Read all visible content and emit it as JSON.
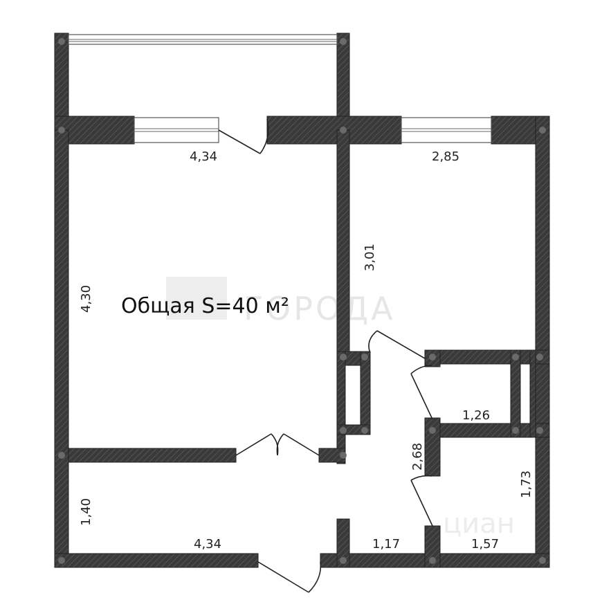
{
  "plan": {
    "total_area_label": "Общая S=40 м²",
    "watermarks": {
      "gorod": "ГОРОДА",
      "cian": "циан"
    },
    "dimensions": {
      "balcony_room_width": "4,34",
      "bedroom_width": "2,85",
      "bedroom_depth": "3,01",
      "living_depth": "4,30",
      "closet_width": "1,26",
      "hall_depth": "2,68",
      "bath_depth": "1,73",
      "hall_left_depth": "1,40",
      "hall_width": "4,34",
      "corridor_width": "1,17",
      "bath_width": "1,57"
    },
    "colors": {
      "wall": "#3a3a3a",
      "hatch": "#555555"
    }
  }
}
